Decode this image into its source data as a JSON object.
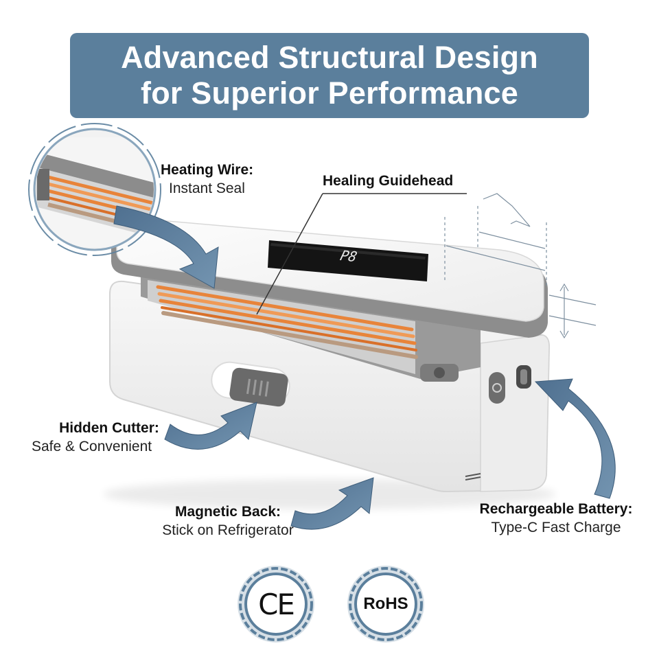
{
  "header": {
    "line1": "Advanced Structural Design",
    "line2": "for Superior Performance"
  },
  "callouts": {
    "heating_wire": {
      "title": "Heating Wire:",
      "subtitle": "Instant Seal"
    },
    "guidehead": {
      "title": "Healing Guidehead"
    },
    "hidden_cutter": {
      "title": "Hidden Cutter:",
      "subtitle": "Safe & Convenient"
    },
    "magnetic_back": {
      "title": "Magnetic Back:",
      "subtitle": "Stick on Refrigerator"
    },
    "battery": {
      "title": "Rechargeable Battery:",
      "subtitle": "Type-C Fast Charge"
    }
  },
  "device": {
    "display_readout": "P8"
  },
  "certifications": {
    "ce": "CE",
    "rohs": "RoHS"
  },
  "colors": {
    "banner": "#5b7f9c",
    "arrow": "#5d7f9d",
    "heating_wire": "#e8843a",
    "seal_ring": "#5b7f9c"
  }
}
